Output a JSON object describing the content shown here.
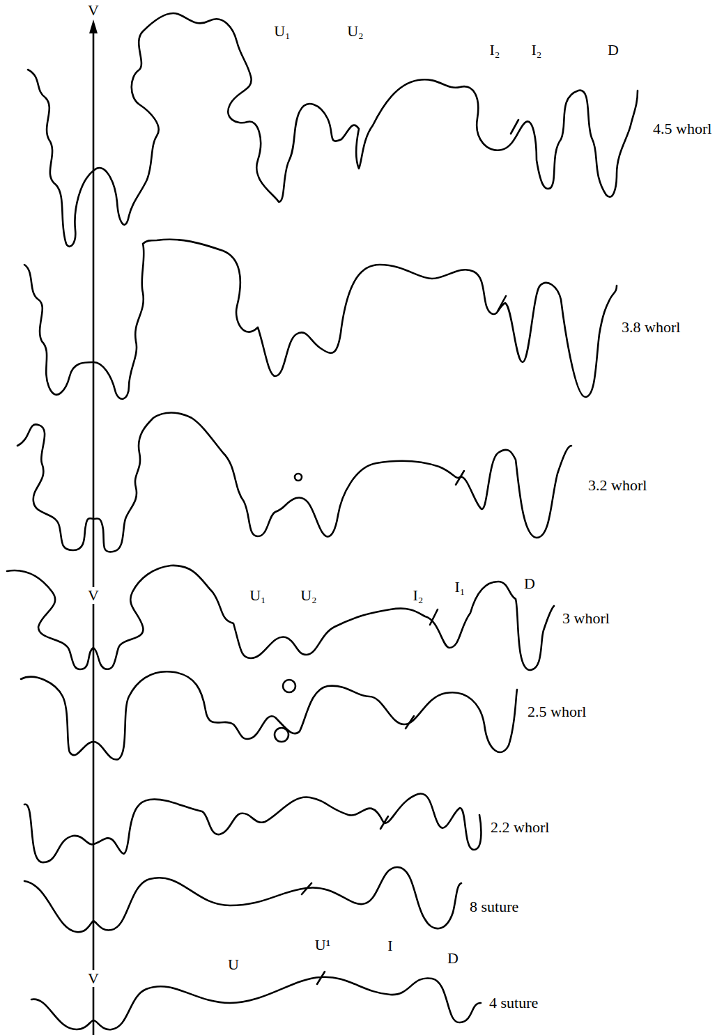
{
  "diagram": {
    "labels": [
      "V",
      "U₁",
      "U₂",
      "I₂",
      "I₂",
      "D",
      "4.5 whorl",
      "3.8 whorl",
      "3.2 whorl",
      "V",
      "U₁",
      "U₂",
      "I₂",
      "I₁",
      "D",
      "3 whorl",
      "2.5 whorl",
      "2.2 whorl",
      "8 suture",
      "V",
      "U",
      "U¹",
      "I",
      "D",
      "4 suture"
    ]
  }
}
